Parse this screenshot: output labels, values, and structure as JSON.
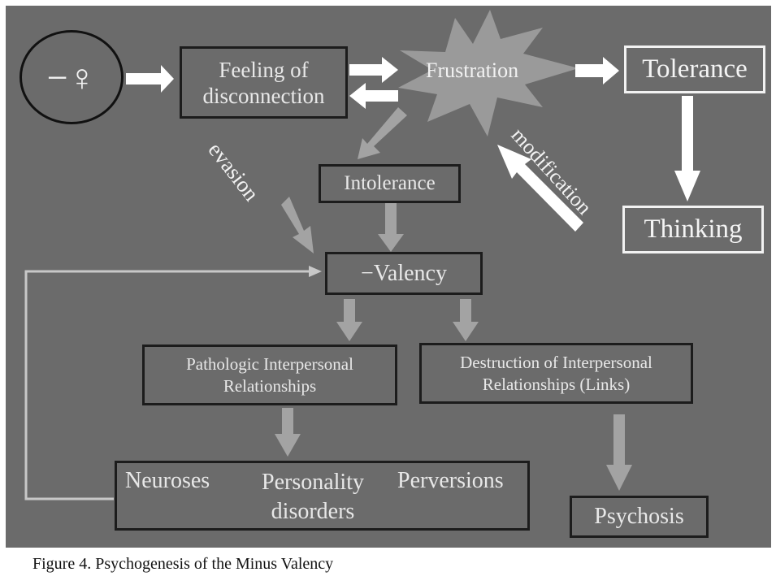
{
  "diagram": {
    "source_node": {
      "symbol": "−♀"
    },
    "nodes": {
      "feeling": "Feeling of disconnection",
      "frustration": "Frustration",
      "tolerance": "Tolerance",
      "thinking": "Thinking",
      "intolerance": "Intolerance",
      "minus_valency": "−Valency",
      "pathologic": "Pathologic  Interpersonal Relationships",
      "destruction": "Destruction of Interpersonal Relationships (Links)",
      "neuroses": "Neuroses",
      "personality": "Personality disorders",
      "perversions": "Perversions",
      "psychosis": "Psychosis"
    },
    "edge_labels": {
      "evasion": "evasion",
      "modification": "modification"
    },
    "colors": {
      "background": "#6b6b6b",
      "dark_border": "#1c1c1c",
      "light_border": "#f2f2f2",
      "white_arrow": "#ffffff",
      "gray_arrow": "#a3a3a3",
      "starburst": "#9a9a9a"
    }
  },
  "caption": "Figure 4.  Psychogenesis of the Minus Valency"
}
